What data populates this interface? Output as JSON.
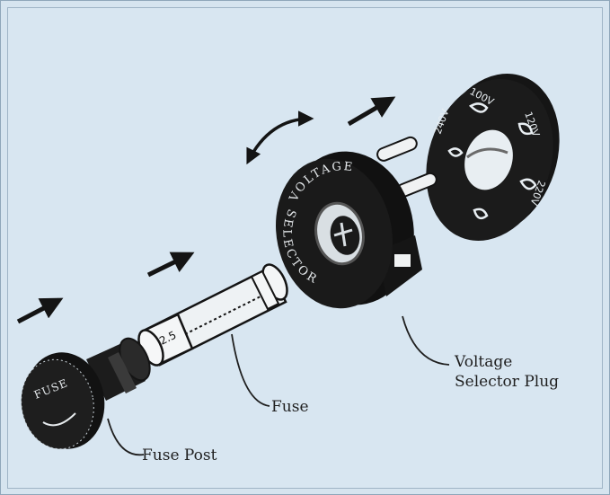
{
  "diagram": {
    "labels": {
      "fuse_post": "Fuse Post",
      "fuse": "Fuse",
      "plug_line1": "Voltage",
      "plug_line2": "Selector Plug"
    },
    "part_markings": {
      "fuse_post_text": "FUSE",
      "fuse_rating": "2.5",
      "plug_ring_top": "VOLTAGE",
      "plug_ring_bottom": "SELECTOR",
      "dial_voltages": [
        "100V",
        "120V",
        "220V",
        "240V"
      ]
    },
    "colors": {
      "background": "#d8e6f1",
      "ink": "#141414",
      "highlight": "#ffffff"
    }
  }
}
